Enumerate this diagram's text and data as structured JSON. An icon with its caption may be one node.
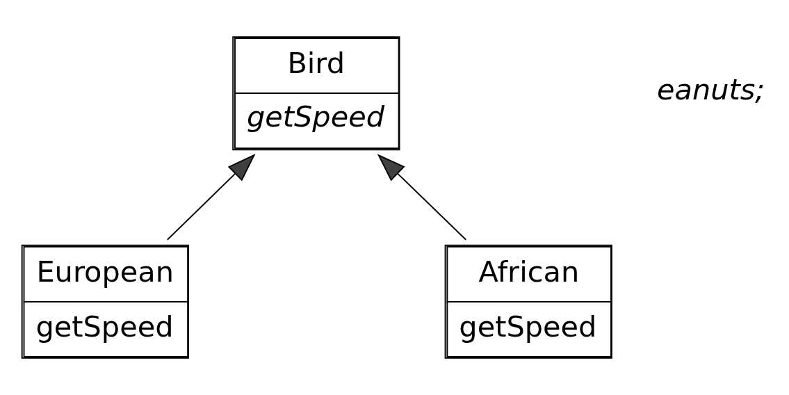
{
  "diagram": {
    "nodes": [
      {
        "text": [
          "Bird",
          "getSpeed"
        ]
      },
      {
        "text": [
          "European",
          "getSpeed"
        ]
      },
      {
        "text": [
          "African",
          "getSpeed"
        ]
      }
    ],
    "edges": [
      {
        "from": 1,
        "to": 0,
        "arrow": "to"
      },
      {
        "from": 2,
        "to": 0,
        "arrow": "to"
      }
    ],
    "labels": [
      "eanuts;"
    ]
  }
}
